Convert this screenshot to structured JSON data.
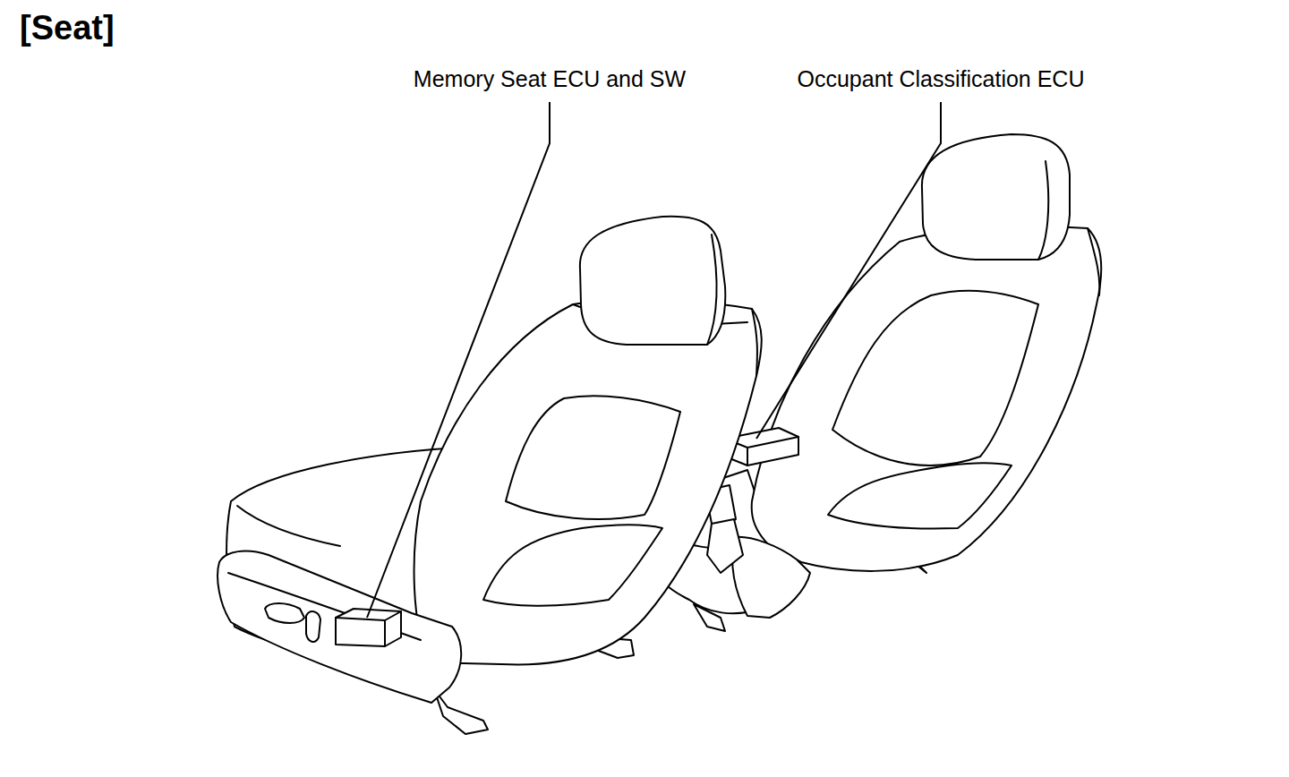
{
  "diagram": {
    "title": "[Seat]",
    "labels": [
      "Memory Seat ECU and SW",
      "Occupant Classification ECU"
    ]
  }
}
